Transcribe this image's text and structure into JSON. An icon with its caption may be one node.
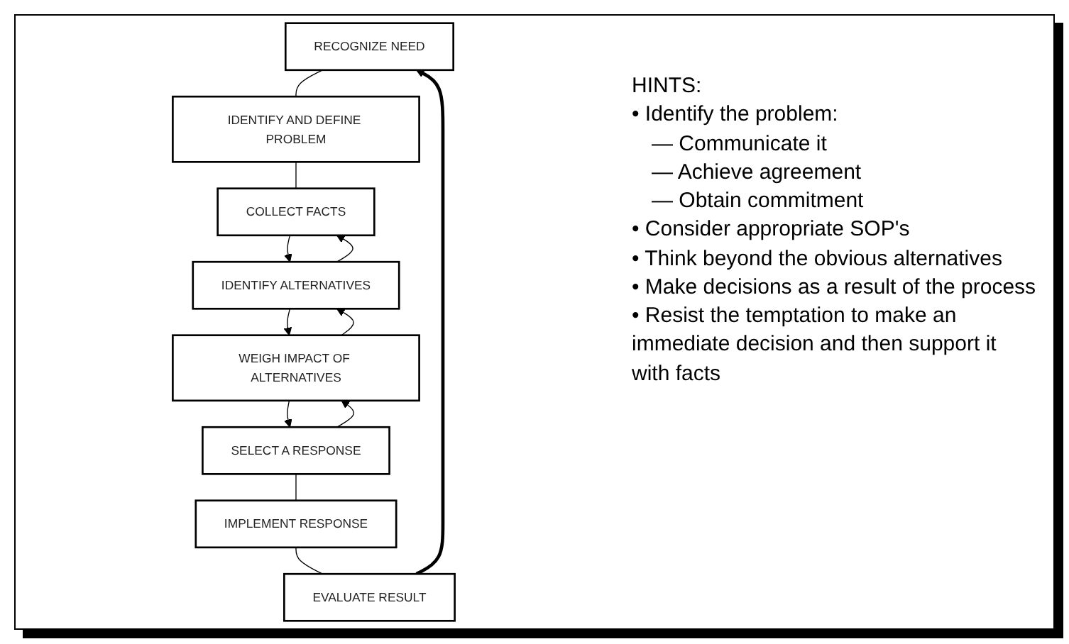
{
  "diagram": {
    "nodes": [
      {
        "text": [
          "RECOGNIZE NEED"
        ]
      },
      {
        "text": [
          "IDENTIFY AND DEFINE PROBLEM"
        ]
      },
      {
        "text": [
          "COLLECT FACTS"
        ]
      },
      {
        "text": [
          "IDENTIFY ALTERNATIVES"
        ]
      },
      {
        "text": [
          "WEIGH IMPACT OF ALTERNATIVES"
        ]
      },
      {
        "text": [
          "SELECT A RESPONSE"
        ]
      },
      {
        "text": [
          "IMPLEMENT RESPONSE"
        ]
      },
      {
        "text": [
          "EVALUATE RESULT"
        ]
      }
    ],
    "edges": [
      {
        "from": 0,
        "to": 1,
        "arrow": "none"
      },
      {
        "from": 1,
        "to": 2,
        "arrow": "none"
      },
      {
        "from": 2,
        "to": 3,
        "arrow": "to"
      },
      {
        "from": 3,
        "to": 4,
        "arrow": "to"
      },
      {
        "from": 4,
        "to": 5,
        "arrow": "to"
      },
      {
        "from": 5,
        "to": 6,
        "arrow": "none"
      },
      {
        "from": 6,
        "to": 7,
        "arrow": "none"
      },
      {
        "from": 7,
        "to": 0,
        "arrow": "to",
        "style": "thick"
      },
      {
        "from": 5,
        "to": 4,
        "arrow": "to"
      },
      {
        "from": 4,
        "to": 3,
        "arrow": "to"
      },
      {
        "from": 3,
        "to": 2,
        "arrow": "to"
      }
    ],
    "labels": [
      "HINTS:",
      "• Identify the problem:",
      "— Communicate it",
      "— Achieve agreement",
      "— Obtain commitment",
      "• Consider appropriate SOP's",
      "• Think beyond the obvious alternatives",
      "• Make decisions as a result of the process",
      "• Resist the temptation to make an immediate decision and then support it with facts"
    ]
  }
}
